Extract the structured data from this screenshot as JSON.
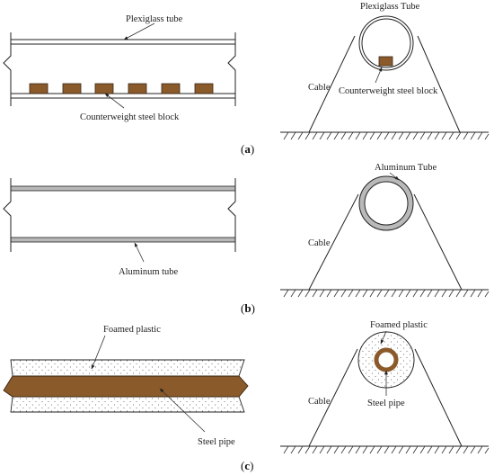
{
  "panel_a": {
    "subfigure_label": "a",
    "tube_label_left": "Plexiglass tube",
    "block_label_left": "Counterweight steel block",
    "tube_label_right": "Plexiglass Tube",
    "block_label_right": "Counterweight steel block",
    "cable_label": "Cable"
  },
  "panel_b": {
    "subfigure_label": "b",
    "tube_label_left": "Aluminum tube",
    "tube_label_right": "Aluminum Tube",
    "cable_label": "Cable"
  },
  "panel_c": {
    "subfigure_label": "c",
    "foam_label_left": "Foamed plastic",
    "pipe_label_left": "Steel pipe",
    "foam_label_right": "Foamed plastic",
    "pipe_label_right": "Steel pipe",
    "cable_label": "Cable"
  },
  "colors": {
    "steel_brown": "#8b5a2b",
    "aluminum_gray": "#b9b9b9",
    "line": "#222222"
  }
}
